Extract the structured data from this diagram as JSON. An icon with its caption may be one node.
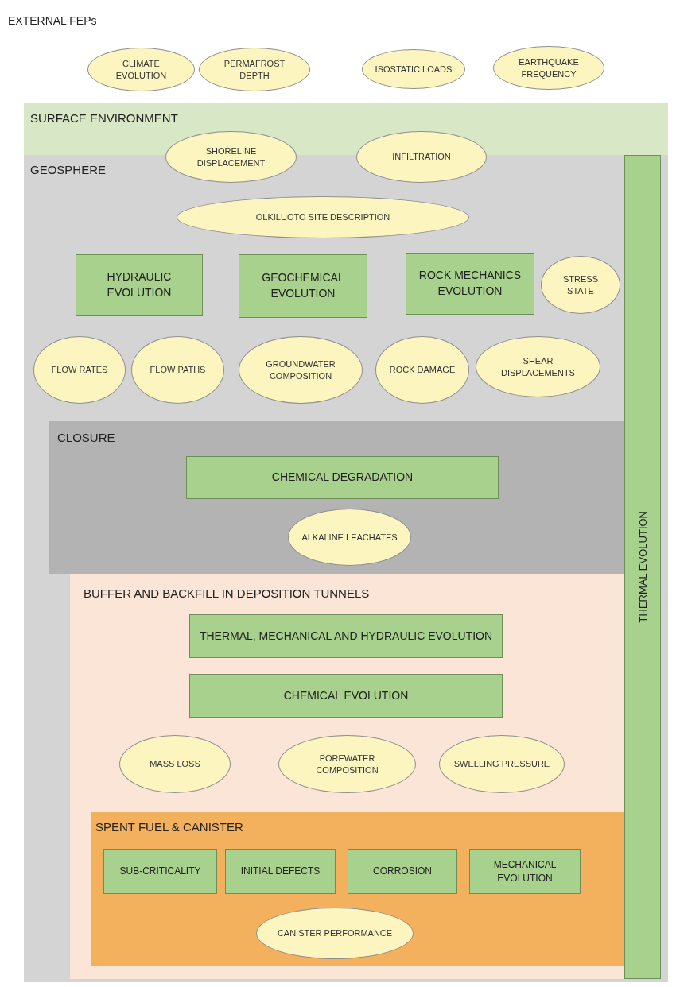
{
  "diagram": {
    "nodes": [
      {
        "text": [
          "CLIMATE EVOLUTION"
        ]
      },
      {
        "text": [
          "PERMAFROST DEPTH"
        ]
      },
      {
        "text": [
          "ISOSTATIC LOADS"
        ]
      },
      {
        "text": [
          "EARTHQUAKE FREQUENCY"
        ]
      },
      {
        "text": [
          "SURFACE ENVIRONMENT"
        ]
      },
      {
        "text": [
          "SHORELINE DISPLACEMENT"
        ]
      },
      {
        "text": [
          "INFILTRATION"
        ]
      },
      {
        "text": [
          "GEOSPHERE"
        ]
      },
      {
        "text": [
          "OLKILUOTO SITE DESCRIPTION"
        ],
        "in": 7
      },
      {
        "text": [
          "HYDRAULIC EVOLUTION"
        ],
        "in": 7
      },
      {
        "text": [
          "GEOCHEMICAL EVOLUTION"
        ],
        "in": 7
      },
      {
        "text": [
          "ROCK MECHANICS EVOLUTION"
        ],
        "in": 7
      },
      {
        "text": [
          "STRESS STATE"
        ],
        "in": 7
      },
      {
        "text": [
          "FLOW RATES"
        ],
        "in": 7
      },
      {
        "text": [
          "FLOW PATHS"
        ],
        "in": 7
      },
      {
        "text": [
          "GROUNDWATER COMPOSITION"
        ],
        "in": 7
      },
      {
        "text": [
          "ROCK DAMAGE"
        ],
        "in": 7
      },
      {
        "text": [
          "SHEAR DISPLACEMENTS"
        ],
        "in": 7
      },
      {
        "text": [
          "THERMAL EVOLUTION"
        ],
        "in": 7
      },
      {
        "text": [
          "CLOSURE"
        ],
        "in": 7
      },
      {
        "text": [
          "CHEMICAL DEGRADATION"
        ],
        "in": 19
      },
      {
        "text": [
          "ALKALINE LEACHATES"
        ],
        "in": 19
      },
      {
        "text": [
          "BUFFER AND BACKFILL IN DEPOSITION TUNNELS"
        ],
        "in": 7
      },
      {
        "text": [
          "THERMAL, MECHANICAL AND HYDRAULIC EVOLUTION"
        ],
        "in": 22
      },
      {
        "text": [
          "CHEMICAL EVOLUTION"
        ],
        "in": 22
      },
      {
        "text": [
          "MASS LOSS"
        ],
        "in": 22
      },
      {
        "text": [
          "POREWATER COMPOSITION"
        ],
        "in": 22
      },
      {
        "text": [
          "SWELLING PRESSURE"
        ],
        "in": 22
      },
      {
        "text": [
          "SPENT FUEL & CANISTER"
        ],
        "in": 22
      },
      {
        "text": [
          "SUB-CRITICALITY"
        ],
        "in": 28
      },
      {
        "text": [
          "INITIAL DEFECTS"
        ],
        "in": 28
      },
      {
        "text": [
          "CORROSION"
        ],
        "in": 28
      },
      {
        "text": [
          "MECHANICAL EVOLUTION"
        ],
        "in": 28
      },
      {
        "text": [
          "CANISTER PERFORMANCE"
        ],
        "in": 28
      }
    ],
    "labels": [
      "EXTERNAL FEPs"
    ]
  }
}
